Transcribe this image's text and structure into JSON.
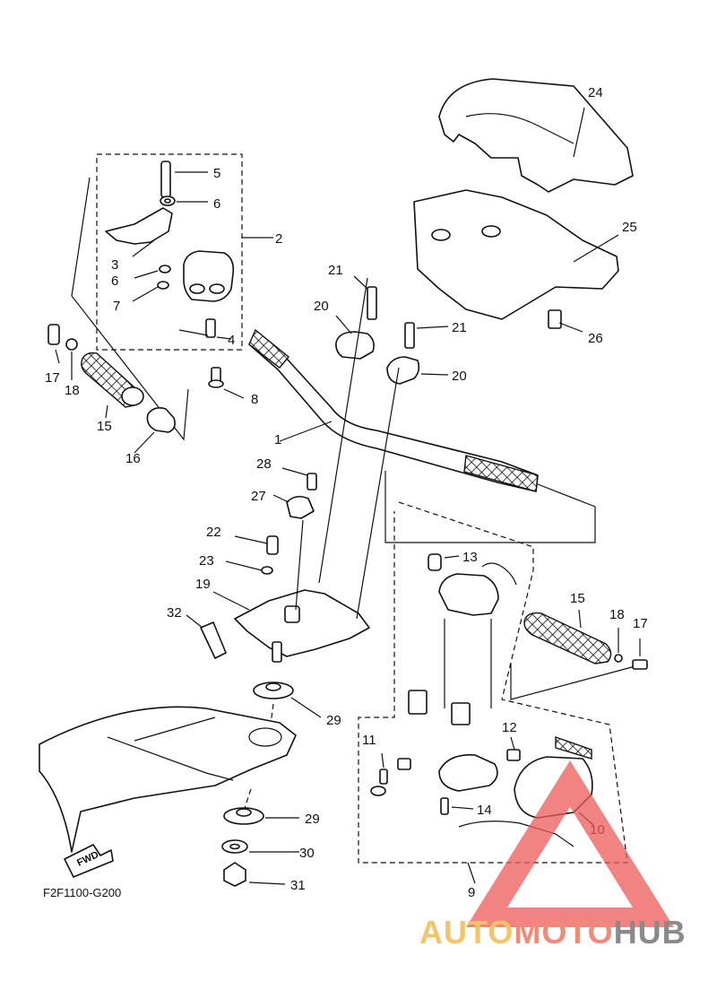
{
  "diagram": {
    "code": "F2F1100-G200",
    "fwd_label": "FWD",
    "callouts": {
      "n1": "1",
      "n2": "2",
      "n3": "3",
      "n4": "4",
      "n5": "5",
      "n6a": "6",
      "n6b": "6",
      "n7": "7",
      "n8": "8",
      "n9": "9",
      "n10": "10",
      "n11": "11",
      "n12": "12",
      "n13": "13",
      "n14": "14",
      "n15a": "15",
      "n15b": "15",
      "n16": "16",
      "n17a": "17",
      "n17b": "17",
      "n18a": "18",
      "n18b": "18",
      "n19": "19",
      "n20a": "20",
      "n20b": "20",
      "n21a": "21",
      "n21b": "21",
      "n22": "22",
      "n23": "23",
      "n24": "24",
      "n25": "25",
      "n26": "26",
      "n27": "27",
      "n28": "28",
      "n29a": "29",
      "n29b": "29",
      "n30": "30",
      "n31": "31",
      "n32": "32"
    }
  },
  "watermark": {
    "part1": "AUTO",
    "part2": "MOTO",
    "part3": "HUB",
    "colors": {
      "auto": "#f5c36a",
      "moto": "#f08a7a",
      "hub": "#8a8a8a",
      "triangle": "#ee5a5a"
    }
  }
}
